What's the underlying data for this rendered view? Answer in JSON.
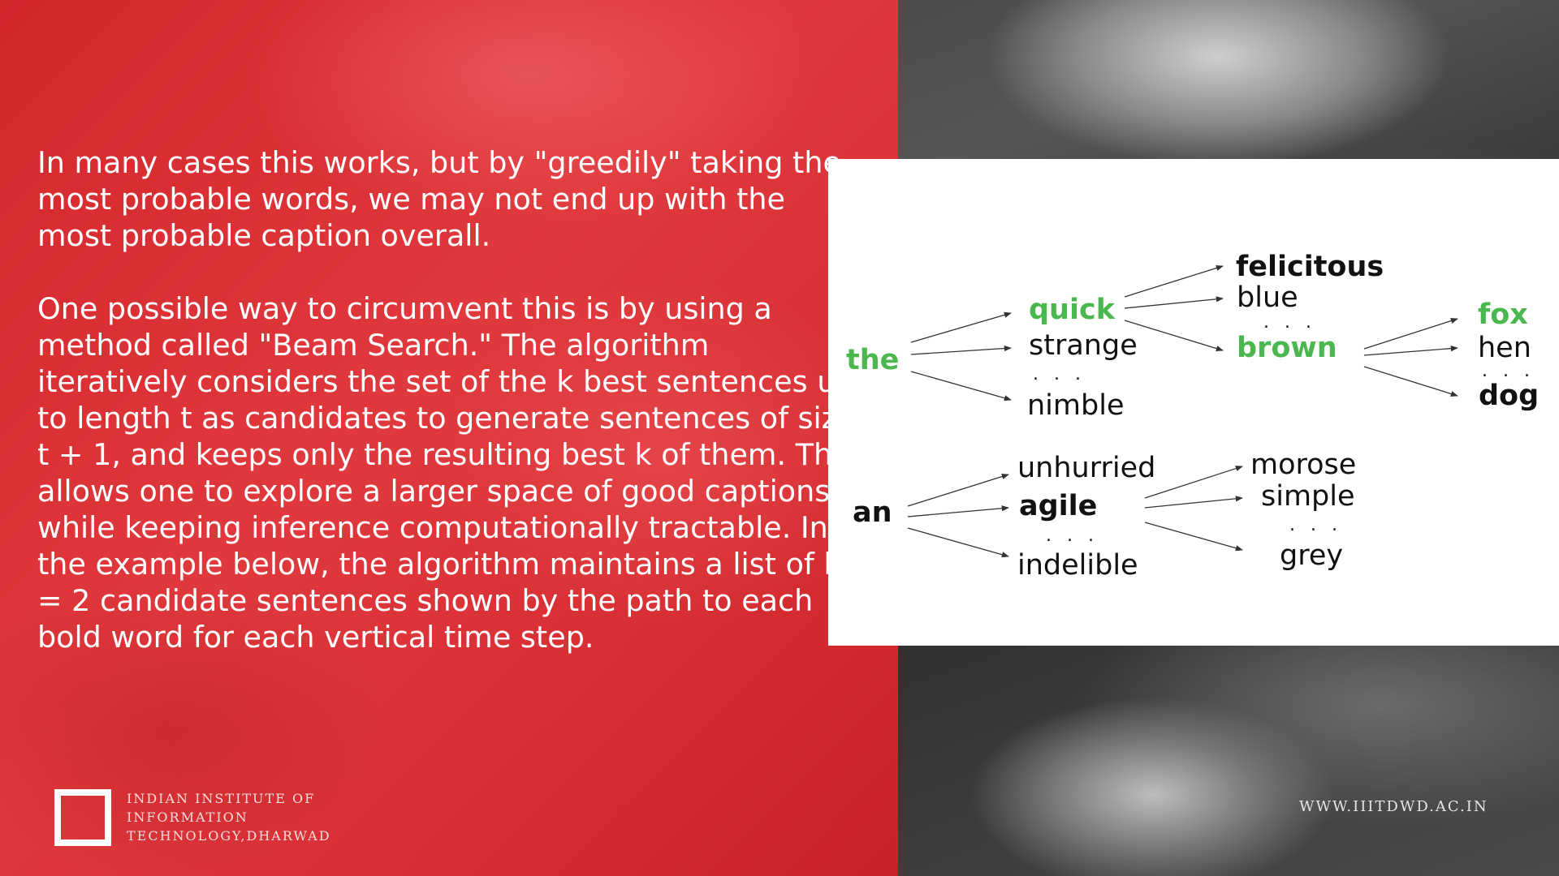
{
  "body_text": {
    "paragraph_1": "In many cases this works, but by \"greedily\" taking the most probable words, we may not end up with the most probable caption overall.",
    "paragraph_2": "One possible way to circumvent this is by using a method called \"Beam Search.\" The algorithm iteratively considers the set of the k best sentences up to length t as candidates to generate sentences of size t + 1, and keeps only the resulting best k of them. This allows one to explore a larger space of good captions while keeping inference computationally tractable. In the example below, the algorithm maintains a list of k = 2 candidate sentences shown by the path to each bold word for each vertical time step."
  },
  "footer": {
    "institute_line_1": "INDIAN INSTITUTE OF",
    "institute_line_2": "INFORMATION",
    "institute_line_3": "TECHNOLOGY,DHARWAD",
    "website": "WWW.IIITDWD.AC.IN"
  },
  "diagram": {
    "ellipsis": ". . .",
    "top_beam": {
      "root": "the",
      "step_1": [
        "quick",
        "strange",
        "nimble"
      ],
      "step_2": [
        "felicitous",
        "blue",
        "brown"
      ],
      "step_3": [
        "fox",
        "hen",
        "dog"
      ]
    },
    "bottom_beam": {
      "root": "an",
      "step_1": [
        "unhurried",
        "agile",
        "indelible"
      ],
      "step_2": [
        "morose",
        "simple",
        "grey"
      ]
    },
    "colors": {
      "selected_green": "#4ab84e",
      "text": "#111111",
      "arrow": "#333333",
      "panel_red": "#d82f34"
    }
  }
}
